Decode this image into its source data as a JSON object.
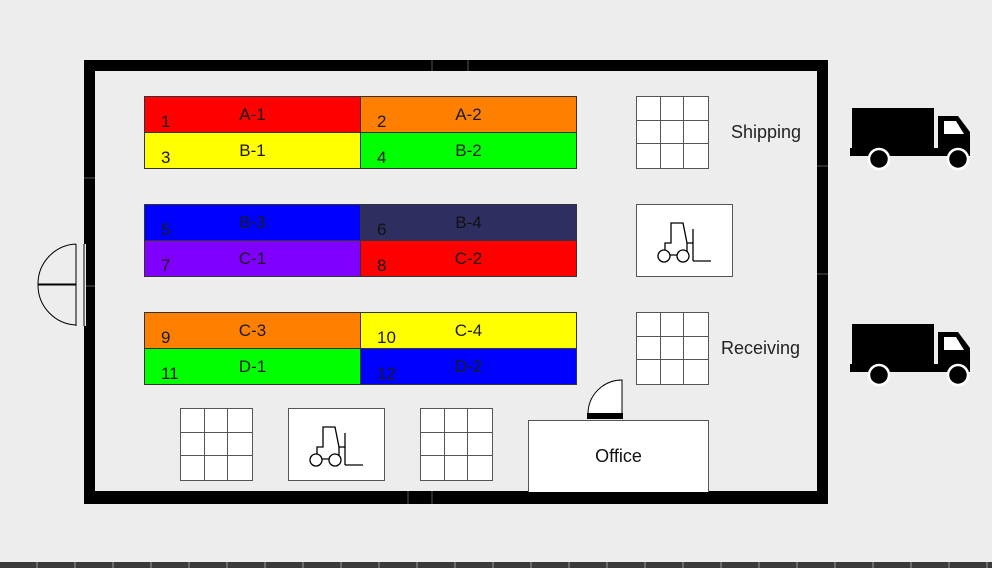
{
  "bays": [
    {
      "label": "A-1",
      "number": "1",
      "color": "#ff0000"
    },
    {
      "label": "A-2",
      "number": "2",
      "color": "#ff8000"
    },
    {
      "label": "B-1",
      "number": "3",
      "color": "#ffff00"
    },
    {
      "label": "B-2",
      "number": "4",
      "color": "#00ff00"
    },
    {
      "label": "B-3",
      "number": "5",
      "color": "#0000ff"
    },
    {
      "label": "B-4",
      "number": "6",
      "color": "#2e2e60"
    },
    {
      "label": "C-1",
      "number": "7",
      "color": "#8000ff"
    },
    {
      "label": "C-2",
      "number": "8",
      "color": "#ff0000"
    },
    {
      "label": "C-3",
      "number": "9",
      "color": "#ff8000"
    },
    {
      "label": "C-4",
      "number": "10",
      "color": "#ffff00"
    },
    {
      "label": "D-1",
      "number": "11",
      "color": "#00ff00"
    },
    {
      "label": "D-2",
      "number": "12",
      "color": "#0000ff"
    }
  ],
  "areas": {
    "shipping": "Shipping",
    "receiving": "Receiving",
    "office": "Office"
  },
  "icons": {
    "truck": "truck-icon",
    "forklift": "forklift-icon",
    "rack": "pallet-rack-icon",
    "door": "double-door-icon"
  }
}
